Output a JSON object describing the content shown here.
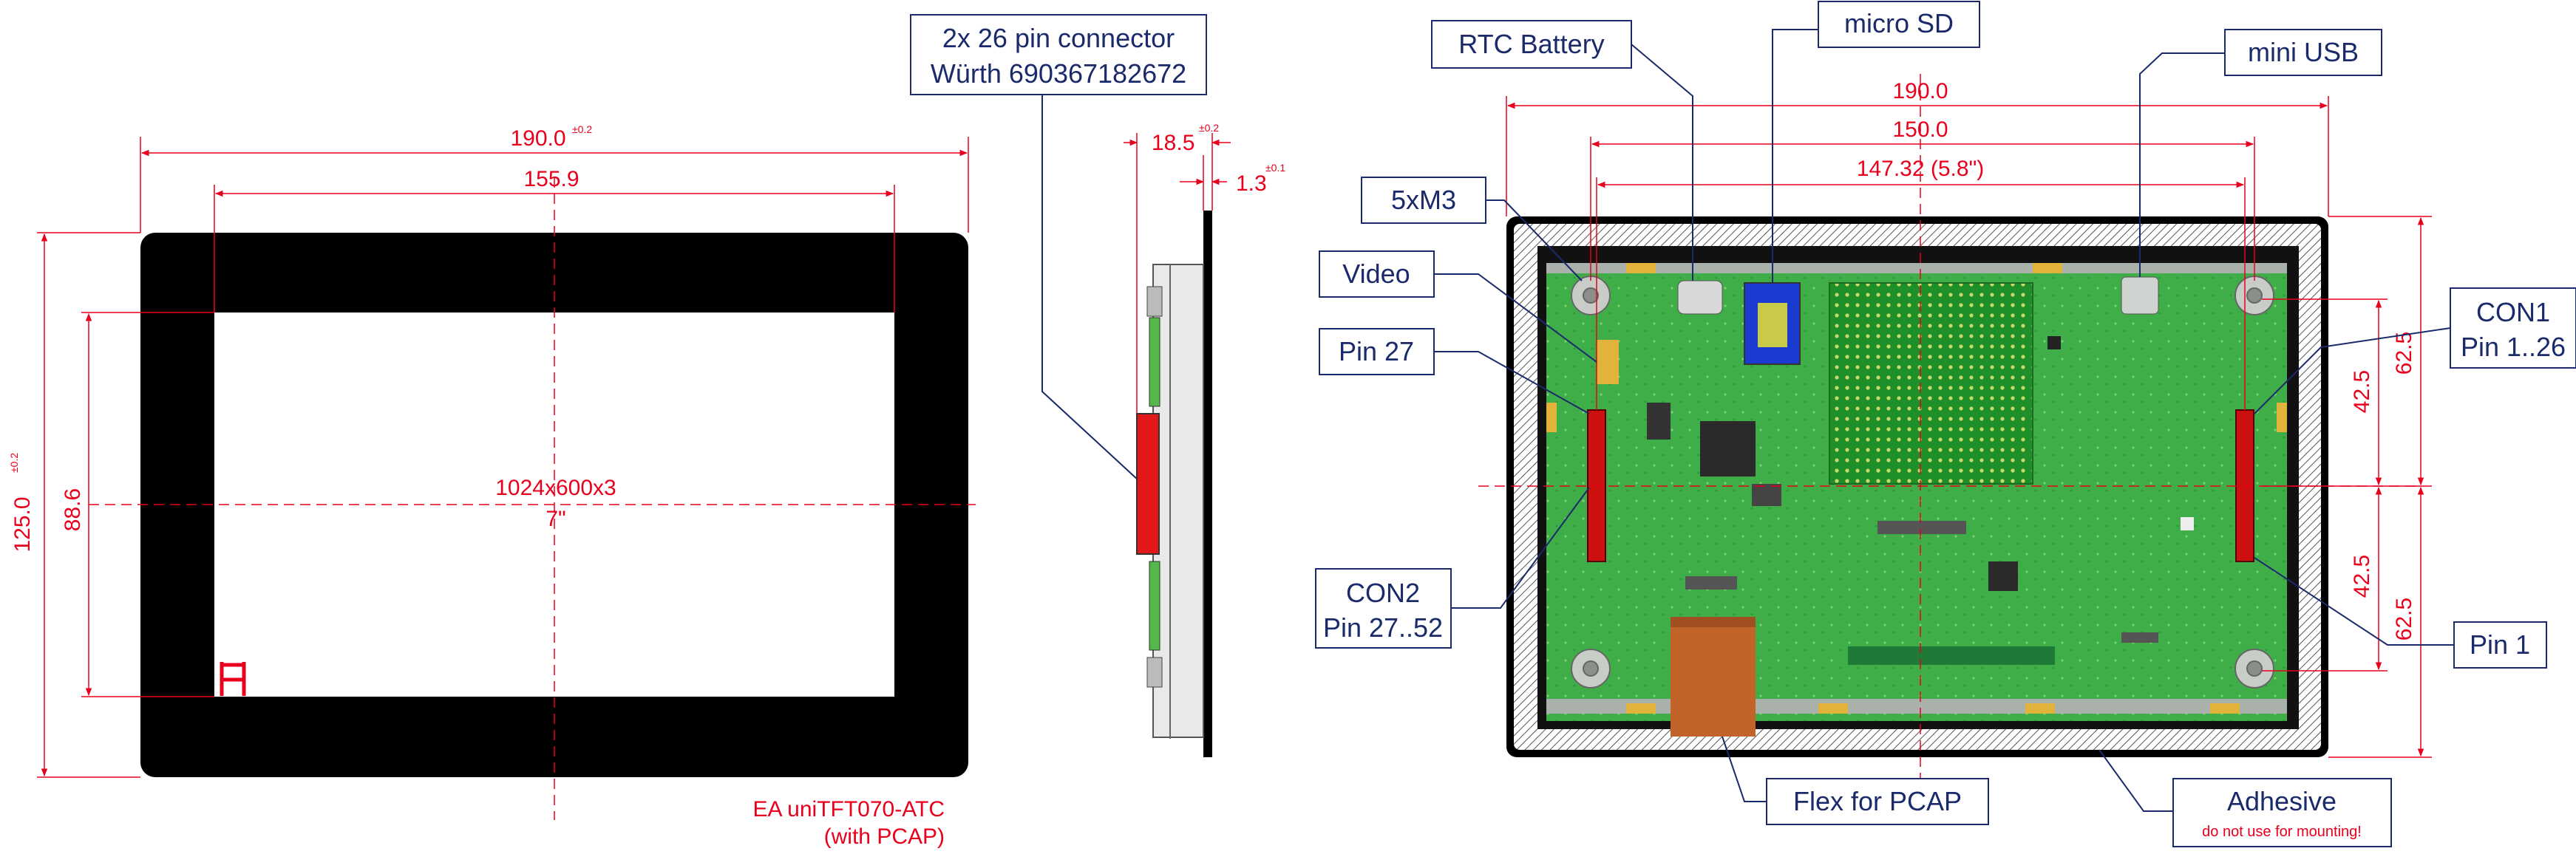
{
  "front_view": {
    "width": "190.0",
    "width_tol": "±0.2",
    "active_width": "155.9",
    "height": "125.0",
    "height_tol": "±0.2",
    "active_height": "88.6",
    "resolution": "1024x600x3",
    "diagonal": "7\"",
    "model": "EA uniTFT070-ATC",
    "model_note": "(with PCAP)"
  },
  "side_view": {
    "connector_line1": "2x 26 pin connector",
    "connector_line2": "Würth 690367182672",
    "depth": "18.5",
    "depth_tol": "±0.2",
    "glass": "1.3",
    "glass_tol": "±0.1"
  },
  "back_view": {
    "width_outer": "190.0",
    "width_mid": "150.0",
    "width_inner": "147.32 (5.8\")",
    "half_height_a": "62.5",
    "half_height_b": "62.5",
    "con_pitch_a": "42.5",
    "con_pitch_b": "42.5",
    "labels": {
      "rtc": "RTC Battery",
      "microsd": "micro SD",
      "miniusb": "mini USB",
      "mounting": "5xM3",
      "video": "Video",
      "pin27": "Pin 27",
      "con1_line1": "CON1",
      "con1_line2": "Pin 1..26",
      "con2_line1": "CON2",
      "con2_line2": "Pin 27..52",
      "pin1": "Pin 1",
      "flex": "Flex for PCAP",
      "adhesive": "Adhesive",
      "adhesive_note": "do not use for mounting!"
    }
  },
  "colors": {
    "dimension": "#e8001c",
    "label_border": "#1a2a6a",
    "pcb": "#3aa645",
    "bezel": "#111111",
    "connector": "#cc1010"
  }
}
